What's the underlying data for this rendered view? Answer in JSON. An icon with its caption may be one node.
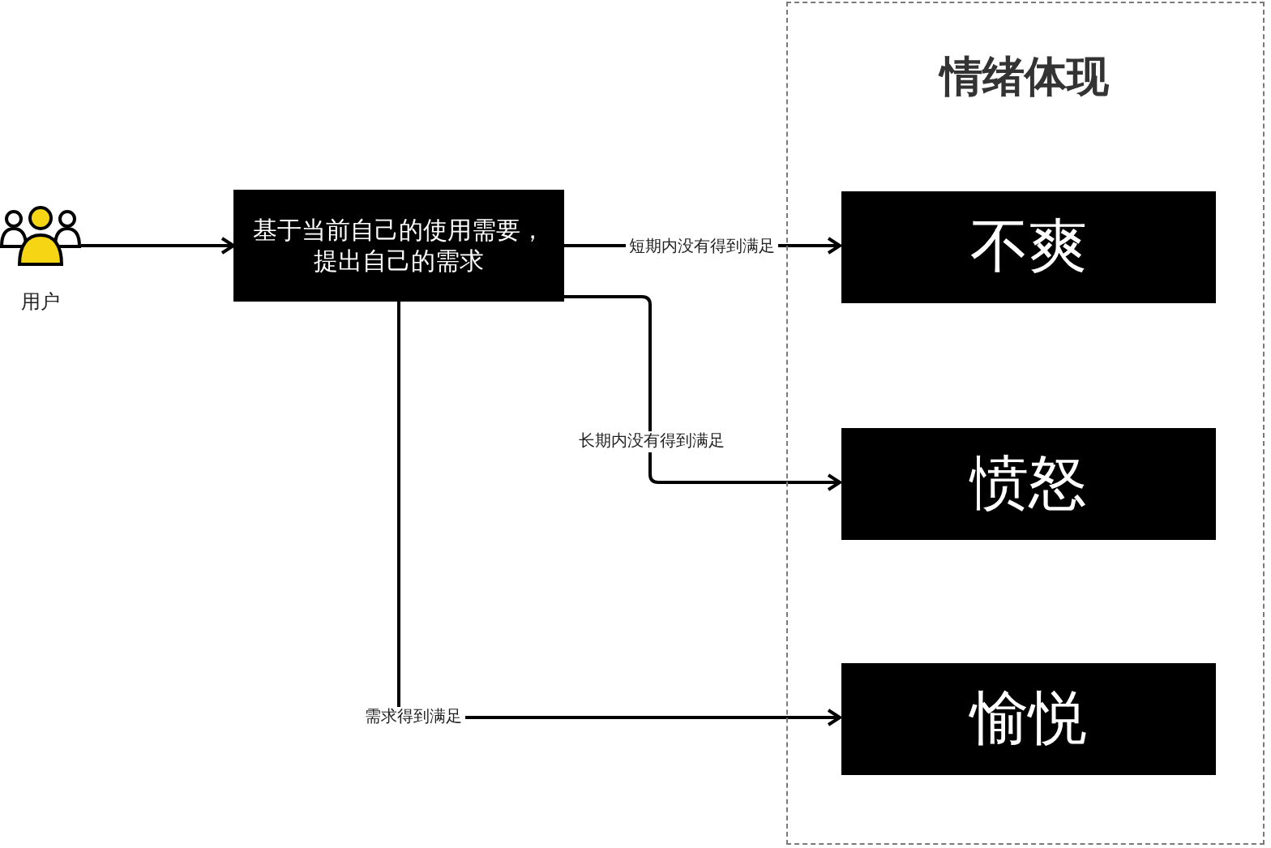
{
  "diagram": {
    "nodes": [
      {
        "text": [],
        "shape": "person",
        "beside": [
          "用户"
        ]
      },
      {
        "text": [
          "基于当前自己的使用需要，提出自己的需求"
        ]
      },
      {
        "text": [
          "情绪体现"
        ]
      },
      {
        "text": [
          "不爽"
        ],
        "in": 2
      },
      {
        "text": [
          "愤怒"
        ],
        "in": 2
      },
      {
        "text": [
          "愉悦"
        ],
        "in": 2
      }
    ],
    "edges": [
      {
        "from": 0,
        "to": 1,
        "arrow": "to"
      },
      {
        "from": 1,
        "to": 3,
        "arrow": "to",
        "label": "短期内没有得到满足"
      },
      {
        "from": 1,
        "to": 4,
        "arrow": "to",
        "label": "长期内没有得到满足"
      },
      {
        "from": 1,
        "to": 5,
        "arrow": "to",
        "label": "需求得到满足"
      }
    ]
  }
}
